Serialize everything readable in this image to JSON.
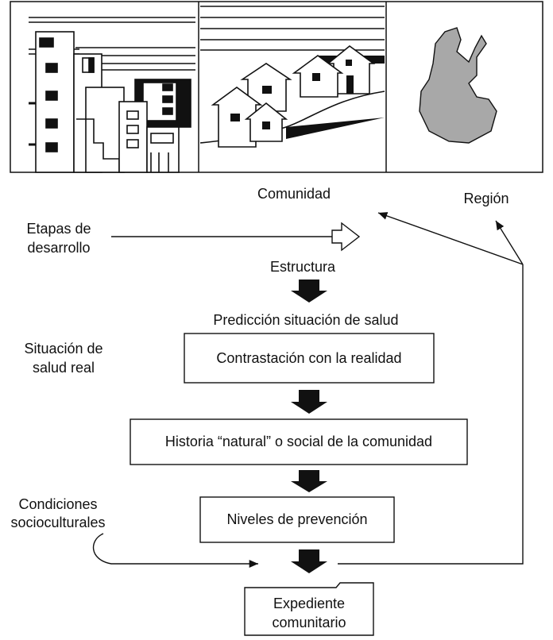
{
  "panels": {
    "city_icon": "city-buildings",
    "houses_icon": "hillside-houses",
    "map_icon": "region-map"
  },
  "labels": {
    "comunidad": "Comunidad",
    "region": "Región",
    "etapas_line1": "Etapas de",
    "etapas_line2": "desarrollo",
    "estructura": "Estructura",
    "prediccion": "Predicción situación de salud",
    "situacion_line1": "Situación de",
    "situacion_line2": "salud real",
    "condiciones_line1": "Condiciones",
    "condiciones_line2": "socioculturales"
  },
  "boxes": {
    "contrastacion": "Contrastación con la realidad",
    "historia": "Historia “natural” o social de la comunidad",
    "niveles": "Niveles de prevención",
    "expediente_line1": "Expediente",
    "expediente_line2": "comunitario"
  },
  "colors": {
    "ink": "#111111",
    "map_fill": "#a8a8a8"
  }
}
